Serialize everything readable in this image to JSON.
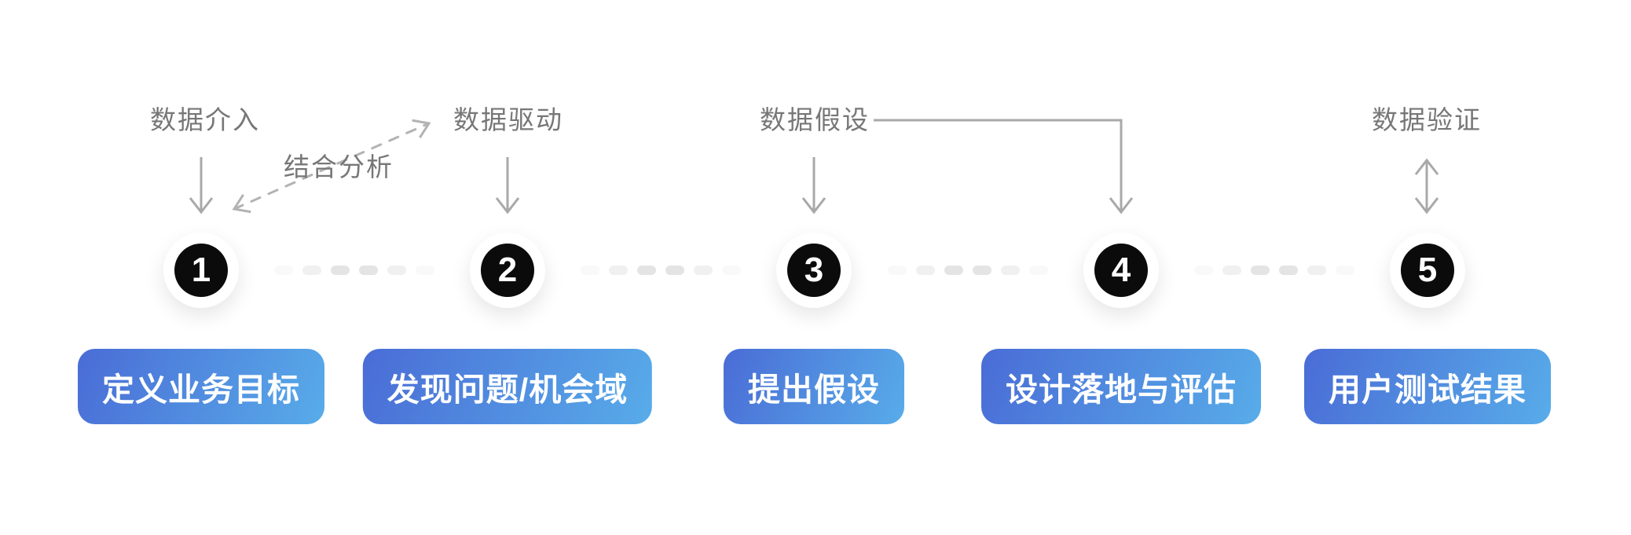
{
  "diagram": {
    "annotations": {
      "data_access": "数据介入",
      "combined_analysis": "结合分析",
      "data_driven": "数据驱动",
      "data_hypothesis": "数据假设",
      "data_validation": "数据验证"
    },
    "steps": [
      {
        "number": "1",
        "label": "定义业务目标"
      },
      {
        "number": "2",
        "label": "发现问题/机会域"
      },
      {
        "number": "3",
        "label": "提出假设"
      },
      {
        "number": "4",
        "label": "设计落地与评估"
      },
      {
        "number": "5",
        "label": "用户测试结果"
      }
    ],
    "colors": {
      "background": "#ffffff",
      "button_gradient_start": "#4a6cd6",
      "button_gradient_end": "#58ace9",
      "button_text": "#ffffff",
      "circle_fill": "#0b0b0b",
      "circle_number": "#ffffff",
      "arrow": "#a9a9a9",
      "dashed_arrow": "#b3b3b3",
      "annotation_text": "#777777",
      "dot": "#dddddd"
    }
  }
}
